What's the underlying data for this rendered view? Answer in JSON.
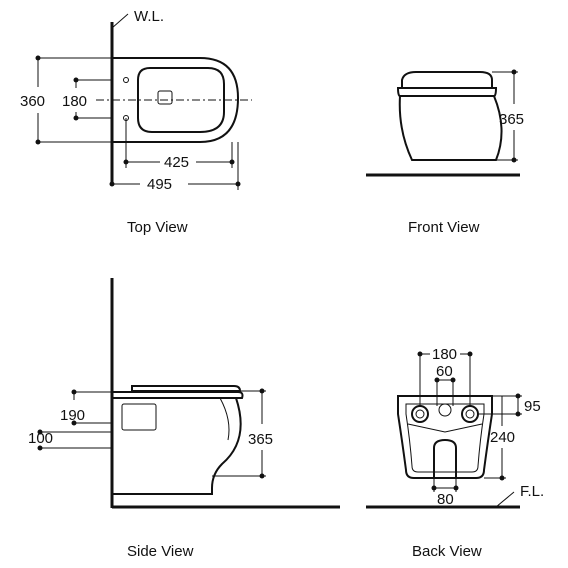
{
  "top_view": {
    "caption": "Top View",
    "wall_label": "W.L.",
    "dim_width": "360",
    "dim_holes": "180",
    "dim_inner": "425",
    "dim_total": "495"
  },
  "front_view": {
    "caption": "Front View",
    "dim_height": "365"
  },
  "side_view": {
    "caption": "Side View",
    "dim_190": "190",
    "dim_100": "100",
    "dim_height": "365"
  },
  "back_view": {
    "caption": "Back View",
    "floor_label": "F.L.",
    "dim_180": "180",
    "dim_60": "60",
    "dim_95": "95",
    "dim_240": "240",
    "dim_80": "80"
  }
}
